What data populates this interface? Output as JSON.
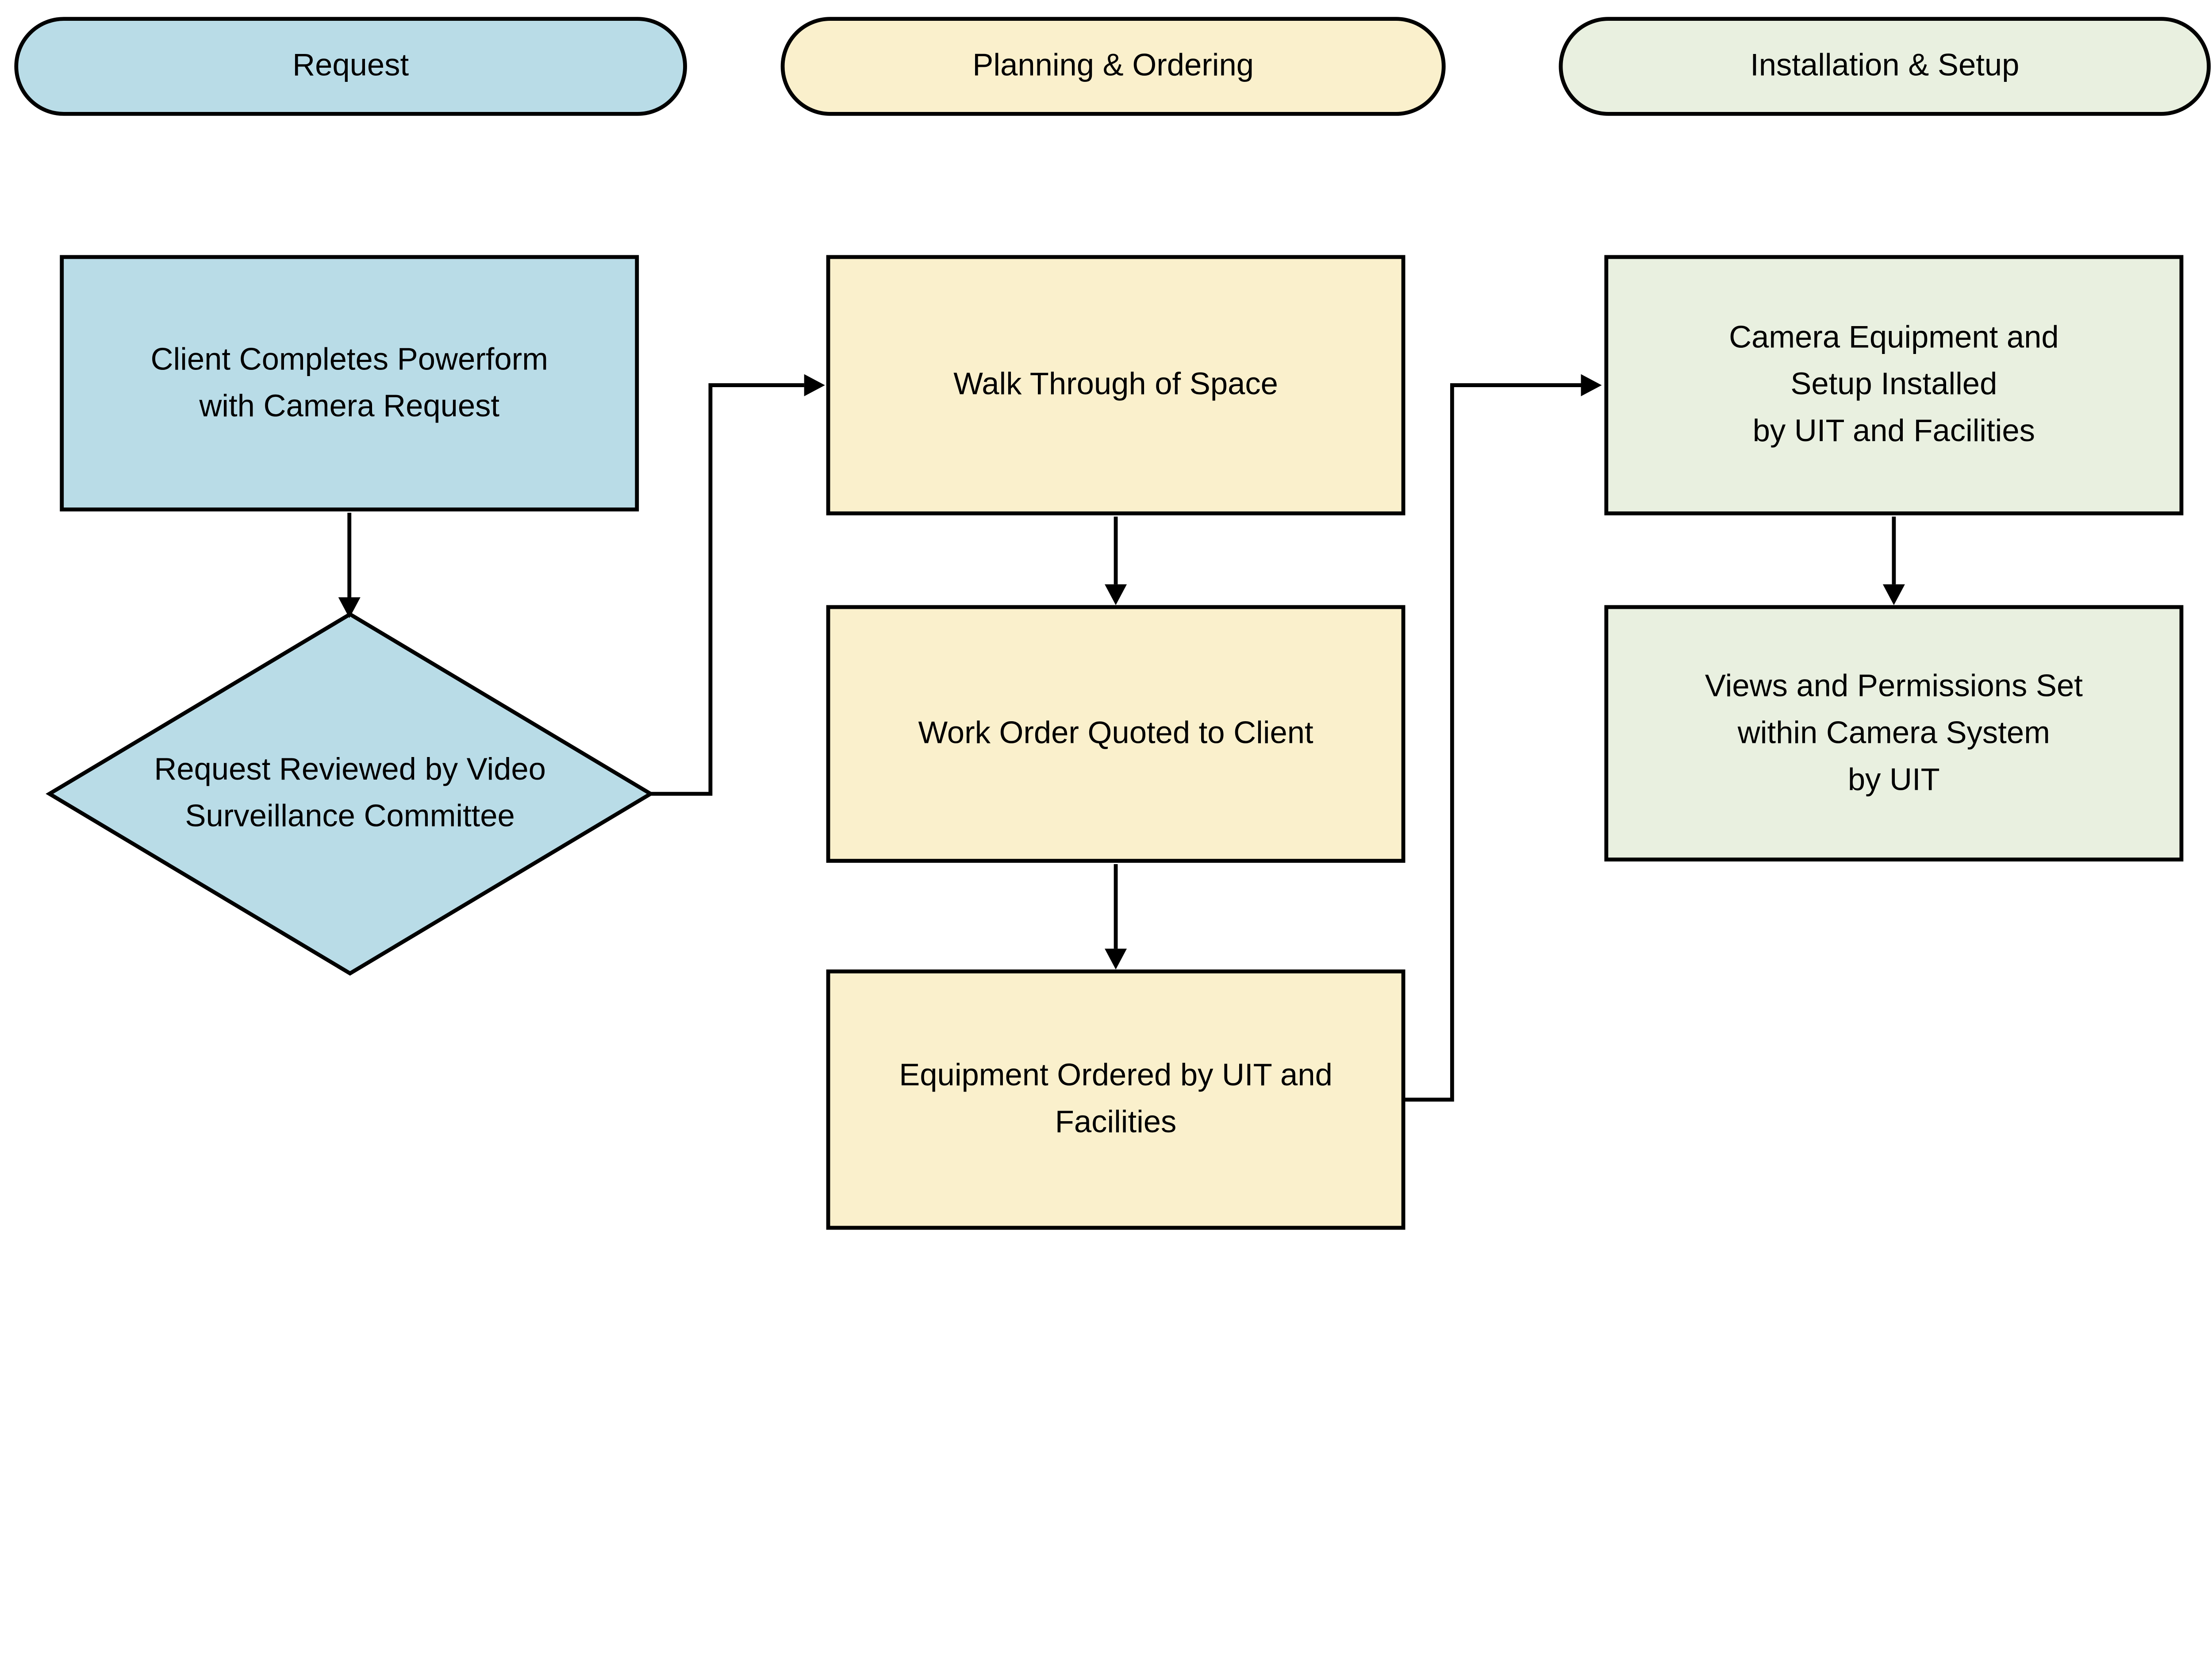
{
  "canvas": {
    "background": "#ffffff",
    "line_color": "#000000"
  },
  "lanes": [
    {
      "id": "request",
      "header": "Request",
      "fill": "#b9dce7"
    },
    {
      "id": "planning",
      "header": "Planning & Ordering",
      "fill": "#faf0cc"
    },
    {
      "id": "installation",
      "header": "Installation & Setup",
      "fill": "#e9f0e0"
    }
  ],
  "nodes": {
    "client_powerform": {
      "lines": [
        "Client Completes Powerform",
        "with Camera Request"
      ]
    },
    "committee_review": {
      "lines": [
        "Request Reviewed by Video",
        "Surveillance Committee"
      ]
    },
    "walk_through": {
      "lines": [
        "Walk Through of Space"
      ]
    },
    "work_order": {
      "lines": [
        "Work Order Quoted to Client"
      ]
    },
    "equipment_ordered": {
      "lines": [
        "Equipment Ordered by UIT and",
        "Facilities"
      ]
    },
    "camera_installed": {
      "lines": [
        "Camera Equipment and",
        "Setup Installed",
        "by UIT and Facilities"
      ]
    },
    "views_permissions": {
      "lines": [
        "Views and Permissions Set",
        "within Camera System",
        "by UIT"
      ]
    }
  }
}
